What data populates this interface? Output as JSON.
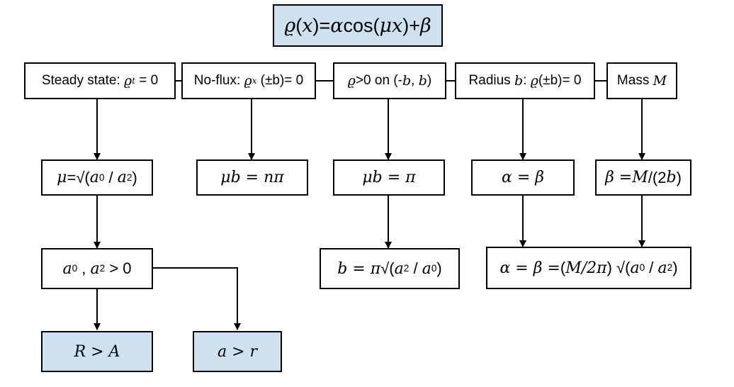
{
  "root": {
    "rho": "ϱ",
    "x": "x",
    "eq": "=",
    "alpha": "α",
    "cos": "cos",
    "mu": "μ",
    "plus": "+",
    "beta": "β"
  },
  "conditions": {
    "steady": {
      "label": "Steady state: ",
      "rho": "ϱ",
      "sub": "t",
      "tail": " = 0"
    },
    "noflux": {
      "label": "No-flux: ",
      "rho": "ϱ",
      "sub": "x",
      "tail": " (±b)= 0"
    },
    "positive": {
      "rho": "ϱ",
      "mid": ">0 on (-",
      "b1": "b",
      "comma": ", ",
      "b2": "b",
      "close": ")"
    },
    "radius": {
      "label": "Radius ",
      "b": "b",
      "colon": ": ",
      "rho": "ϱ",
      "tail": "(±b)= 0"
    },
    "mass": {
      "label": "Mass ",
      "M": "M"
    }
  },
  "results": {
    "mu_sqrt": {
      "mu": "μ",
      "eq": "=√(",
      "a0": "a",
      "s0": "0",
      "div": " / ",
      "a2": "a",
      "s2": "2",
      "close": ")"
    },
    "mub_npi": {
      "text": "μb = nπ"
    },
    "mub_pi": {
      "text": "μb = π"
    },
    "alpha_beta": {
      "text": "α = β"
    },
    "beta_M": {
      "beta": "β = ",
      "M": "M",
      "slash": "/(2",
      "b": "b",
      "close": ")"
    },
    "a_positive": {
      "a0": "a",
      "s0": "0",
      "comma": " , ",
      "a2": "a",
      "s2": "2",
      "tail": " > 0"
    },
    "b_formula": {
      "b": "b = π ",
      "sqrt": "√(",
      "a2": "a",
      "s2": "2",
      "div": " / ",
      "a0": "a",
      "s0": "0",
      "close": ")"
    },
    "alpha_formula": {
      "ab": "α = β = ",
      "open": "(",
      "M": "M/2π",
      "close1": ") √(",
      "a0": "a",
      "s0": "0",
      "div": " / ",
      "a2": "a",
      "s2": "2",
      "close2": ")"
    },
    "R_A": {
      "text": "R > A"
    },
    "a_r": {
      "text": "a > r"
    }
  },
  "colors": {
    "box_fill": "#ffffff",
    "highlight_fill": "#cfe0ef",
    "stroke": "#000000"
  }
}
